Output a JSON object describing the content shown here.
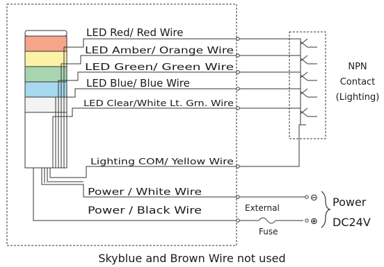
{
  "wire_labels": {
    "red": "LED Red/ Red Wire",
    "amber": "LED Amber/ Orange Wire",
    "green": "LED Green/ Green Wire",
    "blue": "LED Blue/ Blue Wire",
    "clear": "LED Clear/White Lt. Grn. Wire",
    "com": "Lighting COM/ Yellow Wire",
    "power_white": "Power / White Wire",
    "power_black": "Power / Black Wire"
  },
  "npn_label": {
    "line1": "NPN",
    "line2": "Contact",
    "line3": "(Lighting)"
  },
  "power_label": {
    "line1": "Power",
    "line2": "DC24V"
  },
  "terminal_symbols": {
    "minus": "⊖",
    "plus": "⊕"
  },
  "fuse_label": {
    "line1": "External",
    "line2": "Fuse"
  },
  "footnote": "Skyblue and Brown Wire not used",
  "colors": {
    "red_segment": "#f4a58a",
    "amber_segment": "#fbf2a8",
    "green_segment": "#a8d5b0",
    "blue_segment": "#a6d8ef",
    "clear_segment": "#f3f3f3",
    "wire": "#333333"
  }
}
